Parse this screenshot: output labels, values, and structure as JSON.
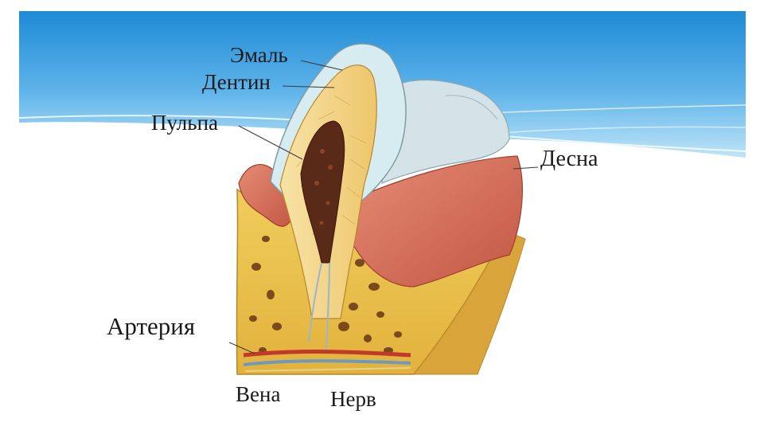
{
  "labels": {
    "enamel": "Эмаль",
    "dentin": "Дентин",
    "pulp": "Пульпа",
    "gum": "Десна",
    "artery": "Артерия",
    "vein": "Вена",
    "nerve": "Нерв"
  },
  "colors": {
    "sky_top": "#1e8ad6",
    "sky_bottom": "#bfe4f8",
    "enamel": "#d6ecf1",
    "dentin": "#f3d98a",
    "pulp": "#5a2a18",
    "gum": "#d46a52",
    "bone": "#e9c04a",
    "artery": "#c0392b",
    "vein": "#6f9ac0"
  }
}
